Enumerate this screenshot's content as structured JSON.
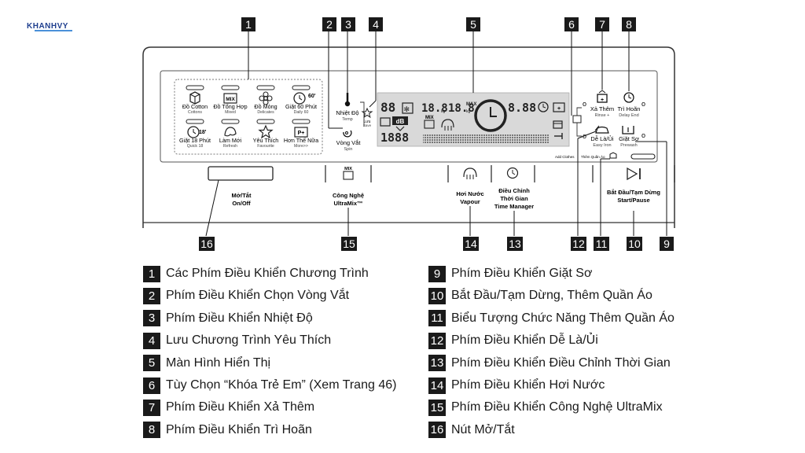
{
  "brand": "KHANHVY",
  "callouts": [
    "1",
    "2",
    "3",
    "4",
    "5",
    "6",
    "7",
    "8",
    "9",
    "10",
    "11",
    "12",
    "13",
    "14",
    "15",
    "16"
  ],
  "programs": [
    {
      "vi": "Đồ Cotton",
      "en": "Cottons"
    },
    {
      "vi": "Đồ Tổng Hợp",
      "en": "Mixed"
    },
    {
      "vi": "Đồ Mỏng",
      "en": "Delicates"
    },
    {
      "vi": "Giặt 60 Phút",
      "en": "Daily 60"
    },
    {
      "vi": "Giặt 18 Phút",
      "en": "Quick 18"
    },
    {
      "vi": "Làm Mới",
      "en": "Refresh"
    },
    {
      "vi": "Yêu Thích",
      "en": "Favourite"
    },
    {
      "vi": "Hơn Thế Nữa",
      "en": "More>>"
    }
  ],
  "panel": {
    "temp_vi": "Nhiệt Độ",
    "temp_en": "Temp",
    "spin_vi": "Vòng Vắt",
    "spin_en": "Spin",
    "fav_vi": "Lưu",
    "fav_en": "Save",
    "rinse_vi": "Xả Thêm",
    "rinse_en": "Rinse +",
    "delay_vi": "Trì Hoãn",
    "delay_en": "Delay End",
    "easyiron_vi": "Dễ Là/Ủi",
    "easyiron_en": "Easy Iron",
    "prewash_vi": "Giặt Sơ",
    "prewash_en": "Prewash",
    "addclothes": "Add Clothes",
    "addclothes_vi": "Thêm Quần Áo",
    "mix_label": "MIX",
    "display_time1": "18.8",
    "display_time2": "18.8",
    "display_kg": "kg",
    "display_max": "MAX",
    "display_clock": "8.88",
    "display_db": "dB",
    "display_bottom": "1888",
    "btn_onoff_vi": "Mở/Tắt",
    "btn_onoff_en": "On/Off",
    "btn_ultramix_vi": "Công Nghệ",
    "btn_ultramix_en": "UltraMix™",
    "btn_vapour_vi": "Hơi Nước",
    "btn_vapour_en": "Vapour",
    "btn_time_vi1": "Điều Chỉnh",
    "btn_time_vi2": "Thời Gian",
    "btn_time_en": "Time Manager",
    "btn_start_vi": "Bắt Đầu/Tạm Dừng",
    "btn_start_en": "Start/Pause"
  },
  "legend": [
    {
      "n": "1",
      "text": "Các Phím Điều Khiển Chương Trình"
    },
    {
      "n": "2",
      "text": "Phím Điều Khiển Chọn Vòng Vắt"
    },
    {
      "n": "3",
      "text": "Phím Điều Khiển Nhiệt Độ"
    },
    {
      "n": "4",
      "text": "Lưu Chương Trình Yêu Thích"
    },
    {
      "n": "5",
      "text": "Màn Hình Hiển Thị"
    },
    {
      "n": "6",
      "text": "Tùy Chọn “Khóa Trẻ Em” (Xem Trang 46)"
    },
    {
      "n": "7",
      "text": "Phím Điều Khiển Xả Thêm"
    },
    {
      "n": "8",
      "text": "Phím Điều Khiển Trì Hoãn"
    },
    {
      "n": "9",
      "text": "Phím Điều Khiển Giặt Sơ"
    },
    {
      "n": "10",
      "text": "Bắt Đầu/Tạm Dừng, Thêm Quần Áo"
    },
    {
      "n": "11",
      "text": "Biểu Tượng Chức Năng Thêm Quần Áo"
    },
    {
      "n": "12",
      "text": "Phím Điều Khiển Dễ Là/Ủi"
    },
    {
      "n": "13",
      "text": "Phím Điều Khiển Điều Chỉnh Thời Gian"
    },
    {
      "n": "14",
      "text": "Phím Điều Khiển Hơi Nước"
    },
    {
      "n": "15",
      "text": "Phím Điều Khiển Công Nghệ UltraMix"
    },
    {
      "n": "16",
      "text": "Nút Mở/Tắt"
    }
  ]
}
